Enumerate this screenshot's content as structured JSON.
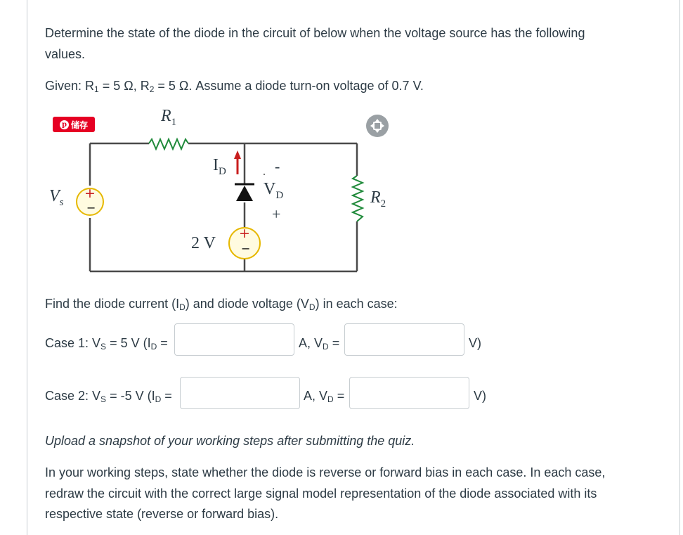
{
  "question": {
    "intro_line1": "Determine the state of the diode in the circuit of below when the voltage source has the following",
    "intro_line2": "values.",
    "given": {
      "prefix": "Given: R",
      "r1_sub": "1",
      "r1_mid": " = 5 Ω, R",
      "r2_sub": "2",
      "suffix": " = 5 Ω. Assume a diode turn-on voltage of 0.7 V."
    }
  },
  "circuit": {
    "pin_button_label": "储存",
    "pin_logo": "p",
    "labels": {
      "r1": "R",
      "r1_sub": "1",
      "r2": "R",
      "r2_sub": "2",
      "vs": "V",
      "vs_sub": "s",
      "id": "I",
      "id_sub": "D",
      "vd": "V",
      "vd_sub": "D",
      "vd_minus": "-",
      "vd_plus": "+",
      "source_2v": "2 V",
      "plus": "+",
      "minus": "−"
    },
    "icons": [
      "pinterest-save-icon",
      "expand-icon",
      "resistor-icon",
      "diode-icon",
      "voltage-source-icon",
      "arrow-up-icon"
    ]
  },
  "find": {
    "prefix": "Find the diode current (I",
    "sub1": "D",
    "mid": ") and diode voltage (V",
    "sub2": "D",
    "suffix": ") in each case:"
  },
  "cases": [
    {
      "a": "Case 1: V",
      "a_sub": "S",
      "b": " = 5 V (I",
      "b_sub": "D",
      "c": " =",
      "d": "A, V",
      "d_sub": "D",
      "e": " =",
      "f": "V)",
      "id_value": "",
      "vd_value": ""
    },
    {
      "a": "Case 2: V",
      "a_sub": "S",
      "b": " = -5 V (I",
      "b_sub": "D",
      "c": " =",
      "d": "A, V",
      "d_sub": "D",
      "e": " =",
      "f": "V)",
      "id_value": "",
      "vd_value": ""
    }
  ],
  "upload_note": "Upload a snapshot of your working steps after submitting the quiz.",
  "steps": {
    "line1": "In your working steps, state whether the diode is reverse or forward bias in each case. In each case,",
    "line2": "redraw the circuit with the correct large signal model representation of the diode associated with its",
    "line3": "respective state (reverse or forward bias)."
  }
}
